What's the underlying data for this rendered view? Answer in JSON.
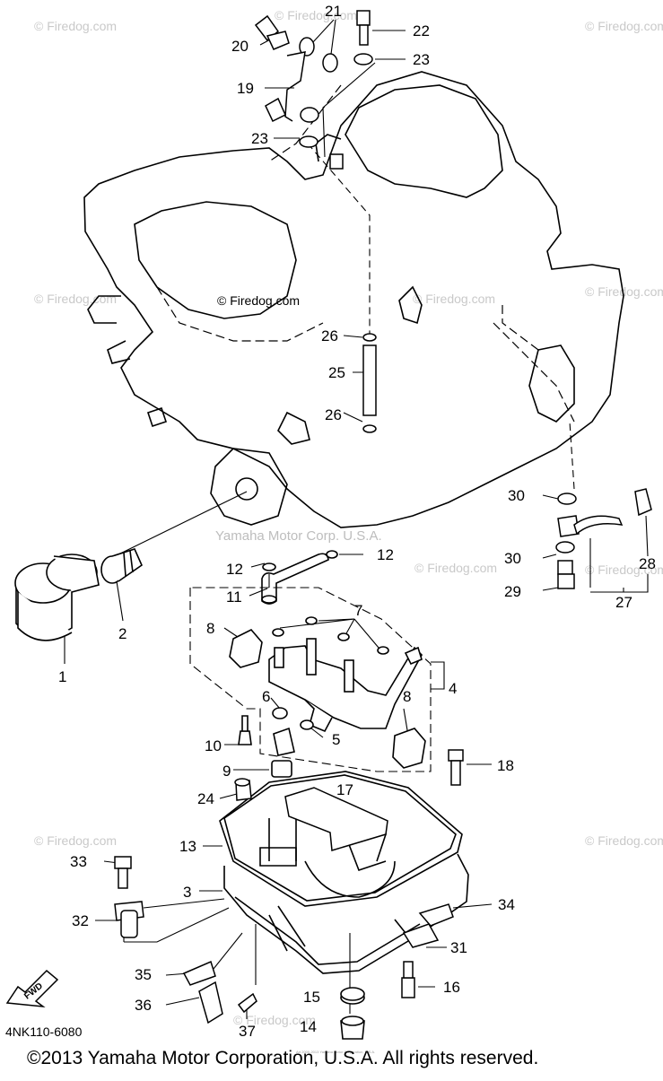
{
  "watermarks": {
    "firedog": "© Firedog.com",
    "yamaha": "Yamaha Motor Corp. U.S.A."
  },
  "callouts": {
    "c1": "1",
    "c2": "2",
    "c3": "3",
    "c4": "4",
    "c5": "5",
    "c6": "6",
    "c7": "7",
    "c8a": "8",
    "c8b": "8",
    "c9": "9",
    "c10": "10",
    "c11": "11",
    "c12a": "12",
    "c12b": "12",
    "c13": "13",
    "c14": "14",
    "c15": "15",
    "c16": "16",
    "c17": "17",
    "c18": "18",
    "c19": "19",
    "c20": "20",
    "c21": "21",
    "c22": "22",
    "c23a": "23",
    "c23b": "23",
    "c24": "24",
    "c25": "25",
    "c26a": "26",
    "c26b": "26",
    "c27": "27",
    "c28": "28",
    "c29": "29",
    "c30a": "30",
    "c30b": "30",
    "c31": "31",
    "c32": "32",
    "c33": "33",
    "c34": "34",
    "c35": "35",
    "c36": "36",
    "c37": "37"
  },
  "fwd_label": "FWD",
  "diagram_code": "4NK110-6080",
  "small_print": "Art 2000-2013 Yamaha Motor Corporation, U.S.A.",
  "copyright": "©2013 Yamaha Motor Corporation, U.S.A. All rights reserved."
}
